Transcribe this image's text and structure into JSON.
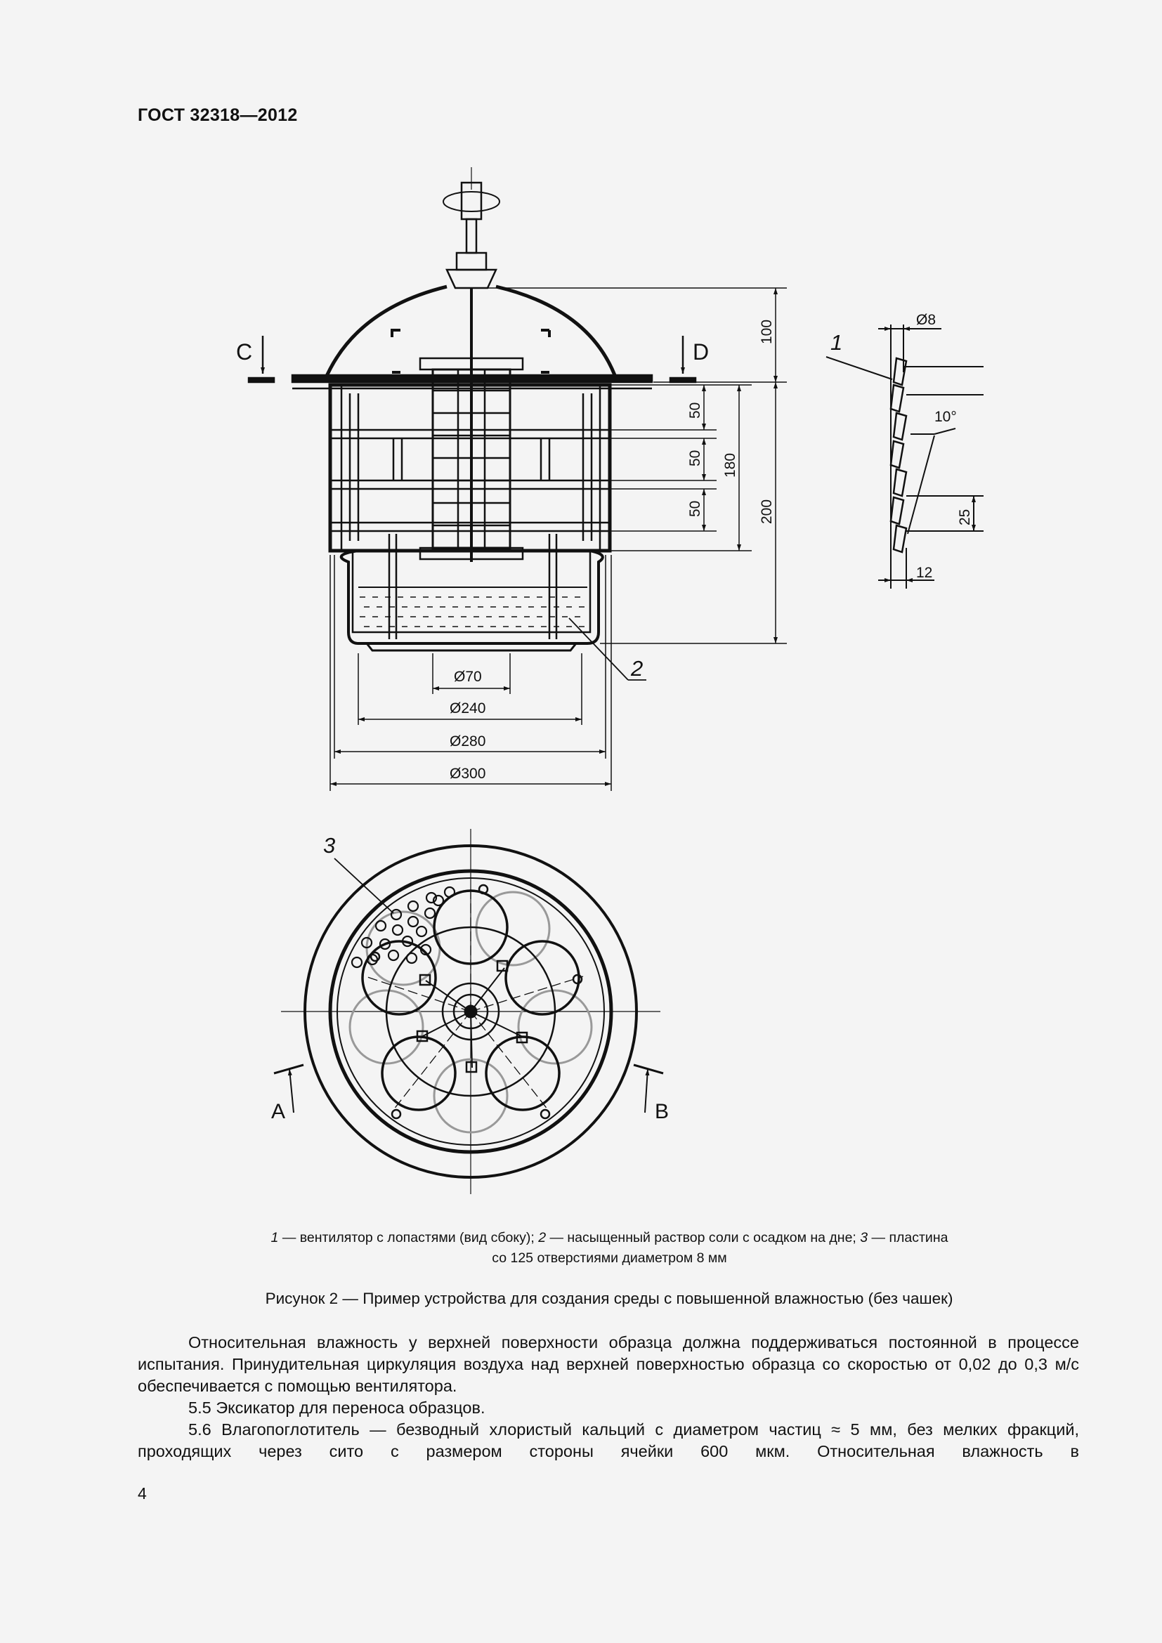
{
  "header": {
    "standard": "ГОСТ 32318—2012"
  },
  "figure": {
    "section_labels": {
      "left": "C",
      "right": "D",
      "plan_left": "A",
      "plan_right": "B"
    },
    "callouts": [
      "1",
      "2",
      "3"
    ],
    "dimensions": {
      "top_height": "100",
      "total_height": "200",
      "tier_1": "50",
      "tier_2": "50",
      "tier_3": "50",
      "inner_height": "180",
      "d70": "Ø70",
      "d240": "Ø240",
      "d280": "Ø280",
      "d300": "Ø300",
      "hole_d": "Ø8",
      "blade_angle": "10°",
      "blade_pitch": "25",
      "blade_width": "12"
    }
  },
  "legend": {
    "n1": "1",
    "t1": " — вентилятор с лопастями (вид сбоку); ",
    "n2": "2",
    "t2": " — насыщенный раствор соли с осадком на дне; ",
    "n3": "3",
    "t3": " — пластина",
    "line2": "со 125 отверстиями диаметром 8 мм"
  },
  "caption": "Рисунок 2 — Пример устройства для создания среды с повышенной влажностью (без чашек)",
  "body": {
    "p1": "Относительная влажность у верхней поверхности образца должна поддерживаться постоянной в процессе испытания. Принудительная циркуляция воздуха над верхней поверхностью образца со скоростью от 0,02 до 0,3 м/с обеспечивается с помощью вентилятора.",
    "p2": "5.5 Эксикатор для переноса образцов.",
    "p3": "5.6 Влагопоглотитель — безводный хлористый кальций с диаметром частиц ≈ 5 мм, без мелких фракций, проходящих через сито с размером стороны ячейки 600 мкм. Относительная влажность в"
  },
  "page_number": "4"
}
